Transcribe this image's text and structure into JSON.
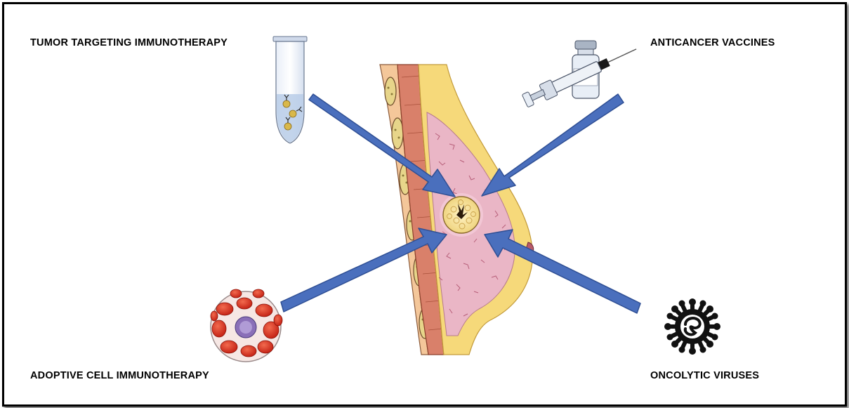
{
  "labels": {
    "top_left": "TUMOR TARGETING IMMUNOTHERAPY",
    "top_right": "ANTICANCER VACCINES",
    "bottom_left": "ADOPTIVE CELL IMMUNOTHERAPY",
    "bottom_right": "ONCOLYTIC VIRUSES"
  },
  "icons": {
    "top_left": "antibody-tube-icon",
    "top_right": "syringe-vial-icon",
    "bottom_left": "blood-cells-icon",
    "bottom_right": "virus-icon",
    "center": "breast-tumor-illustration"
  },
  "colors": {
    "arrow": "#4a6fbd",
    "arrow_edge": "#2f4f94",
    "tissue_pink": "#eab6c6",
    "fat_yellow": "#f6d97a",
    "muscle": "#d9806a",
    "blood_red": "#d8281c",
    "lymphocyte": "#8a6fb8",
    "virus": "#111111"
  }
}
